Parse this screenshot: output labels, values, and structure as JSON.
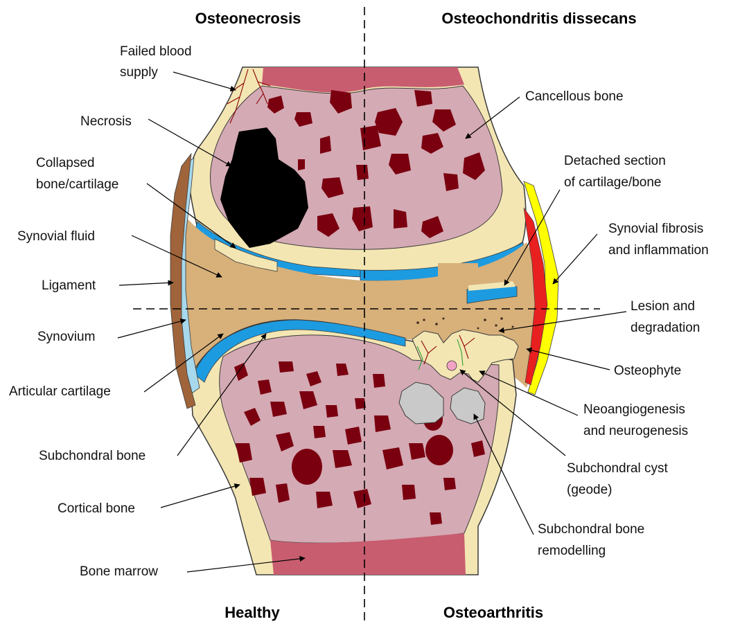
{
  "headings": {
    "top_left": "Osteonecrosis",
    "top_right": "Osteochondritis dissecans",
    "bottom_left": "Healthy",
    "bottom_right": "Osteoarthritis"
  },
  "labels": {
    "failed_blood_supply": [
      "Failed blood",
      "supply"
    ],
    "necrosis": [
      "Necrosis"
    ],
    "collapsed_bone_cartilage": [
      "Collapsed",
      "bone/cartilage"
    ],
    "synovial_fluid": [
      "Synovial fluid"
    ],
    "ligament": [
      "Ligament"
    ],
    "synovium": [
      "Synovium"
    ],
    "articular_cartilage": [
      "Articular cartilage"
    ],
    "subchondral_bone": [
      "Subchondral bone"
    ],
    "cortical_bone": [
      "Cortical bone"
    ],
    "bone_marrow": [
      "Bone marrow"
    ],
    "cancellous_bone": [
      "Cancellous bone"
    ],
    "detached_section": [
      "Detached section",
      "of cartilage/bone"
    ],
    "synovial_fibrosis": [
      "Synovial fibrosis",
      "and inflammation"
    ],
    "lesion_degradation": [
      "Lesion and",
      "degradation"
    ],
    "osteophyte": [
      "Osteophyte"
    ],
    "neoangiogenesis": [
      "Neoangiogenesis",
      "and neurogenesis"
    ],
    "subchondral_cyst": [
      "Subchondral cyst",
      "(geode)"
    ],
    "subchondral_remodelling": [
      "Subchondral bone",
      "remodelling"
    ]
  },
  "colors": {
    "cortical_bone": "#f3e6b3",
    "cancellous_bone": "#d4aab4",
    "trabecular_spaces": "#7a0010",
    "bone_marrow": "#c85d70",
    "articular_cartilage": "#1d9be0",
    "synovial_fluid": "#d7b07a",
    "synovium": "#a7d8ec",
    "ligament": "#a0643a",
    "necrosis": "#000000",
    "inflammation_red": "#e82020",
    "inflammation_yellow": "#ffff00",
    "cyst": "#c9c9c9",
    "osteophyte": "#f3e6b3",
    "vessels": "#8b0000",
    "nerves": "#2ea02e"
  }
}
